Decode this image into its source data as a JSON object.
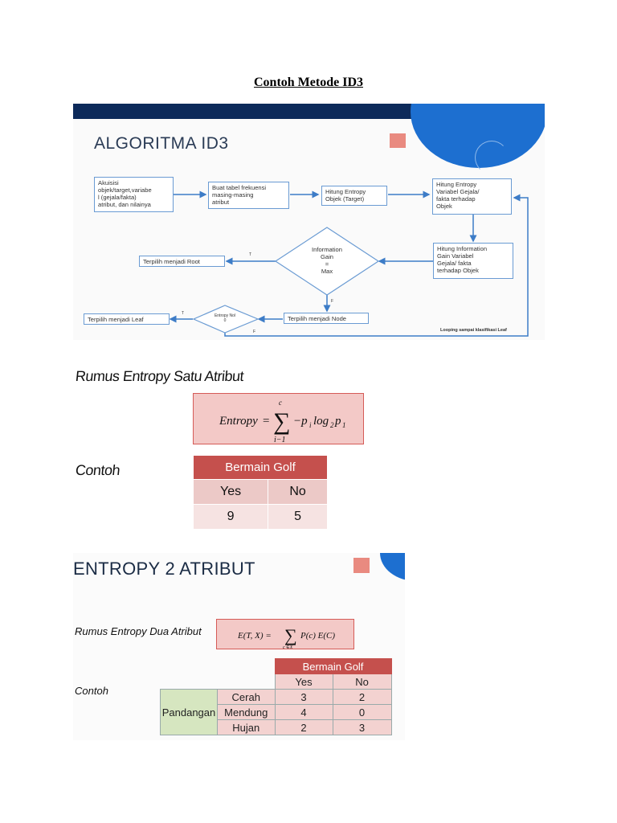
{
  "document": {
    "title": "Contoh Metode ID3"
  },
  "slide1": {
    "heading": "ALGORITMA ID3",
    "boxes": {
      "akuisisi": [
        "Akuisisi",
        "objek/target,variabe",
        "l (gejala/fakta)",
        "atribut, dan nilainya"
      ],
      "buat_tabel": [
        "Buat tabel frekuensi",
        "masing-masing",
        "atribut"
      ],
      "hitung_entropy_objek": [
        "Hitung Entropy",
        "Objek (Target)"
      ],
      "hitung_entropy_variabel": [
        "Hitung Entropy",
        "Variabel Gejala/",
        "fakta terhadap",
        "Objek"
      ],
      "hitung_information_gain": [
        "Hitung Information",
        "Gain Variabel",
        "Gejala/ fakta",
        "terhadap Objek"
      ],
      "root": "Terpilih menjadi Root",
      "node": "Terpilih menjadi Node",
      "leaf": "Terpilih menjadi Leaf"
    },
    "decision_gain": [
      "Information",
      "Gain",
      "=",
      "Max"
    ],
    "decision_entropy": [
      "Entropy Nol",
      "0"
    ],
    "labels": {
      "t1": "T",
      "f1": "F",
      "t2": "T",
      "f2": "F"
    },
    "loop_note": "Looping sampai klasifikasi Leaf"
  },
  "slide2": {
    "formula_title": "Rumus Entropy Satu Atribut",
    "formula": {
      "lhs": "Entropy",
      "upper": "c",
      "lower": "i−1",
      "body_prefix": "−p",
      "sub_i": "i",
      "log": "log",
      "sub_2": "2",
      "p": "p",
      "sub_1": "1"
    },
    "contoh": "Contoh",
    "table": {
      "header": "Bermain Golf",
      "cols": [
        "Yes",
        "No"
      ],
      "values": [
        "9",
        "5"
      ]
    }
  },
  "slide3": {
    "heading": "ENTROPY 2 ATRIBUT",
    "formula_label": "Rumus Entropy Dua Atribut",
    "formula": {
      "lhs": "E(T, X) =",
      "sum_lower": "c ∈X",
      "rhs": "P(c) E(C)"
    },
    "contoh": "Contoh",
    "table": {
      "header": "Bermain Golf",
      "cols": [
        "Yes",
        "No"
      ],
      "group": "Pandangan",
      "rows": [
        {
          "label": "Cerah",
          "yes": "3",
          "no": "2"
        },
        {
          "label": "Mendung",
          "yes": "4",
          "no": "0"
        },
        {
          "label": "Hujan",
          "yes": "2",
          "no": "3"
        }
      ]
    }
  },
  "colors": {
    "navy": "#0d2a5a",
    "blue": "#1d6fd0",
    "accent": "#e98a80",
    "table_header": "#c5504d",
    "formula_bg": "#f3c9c7"
  }
}
